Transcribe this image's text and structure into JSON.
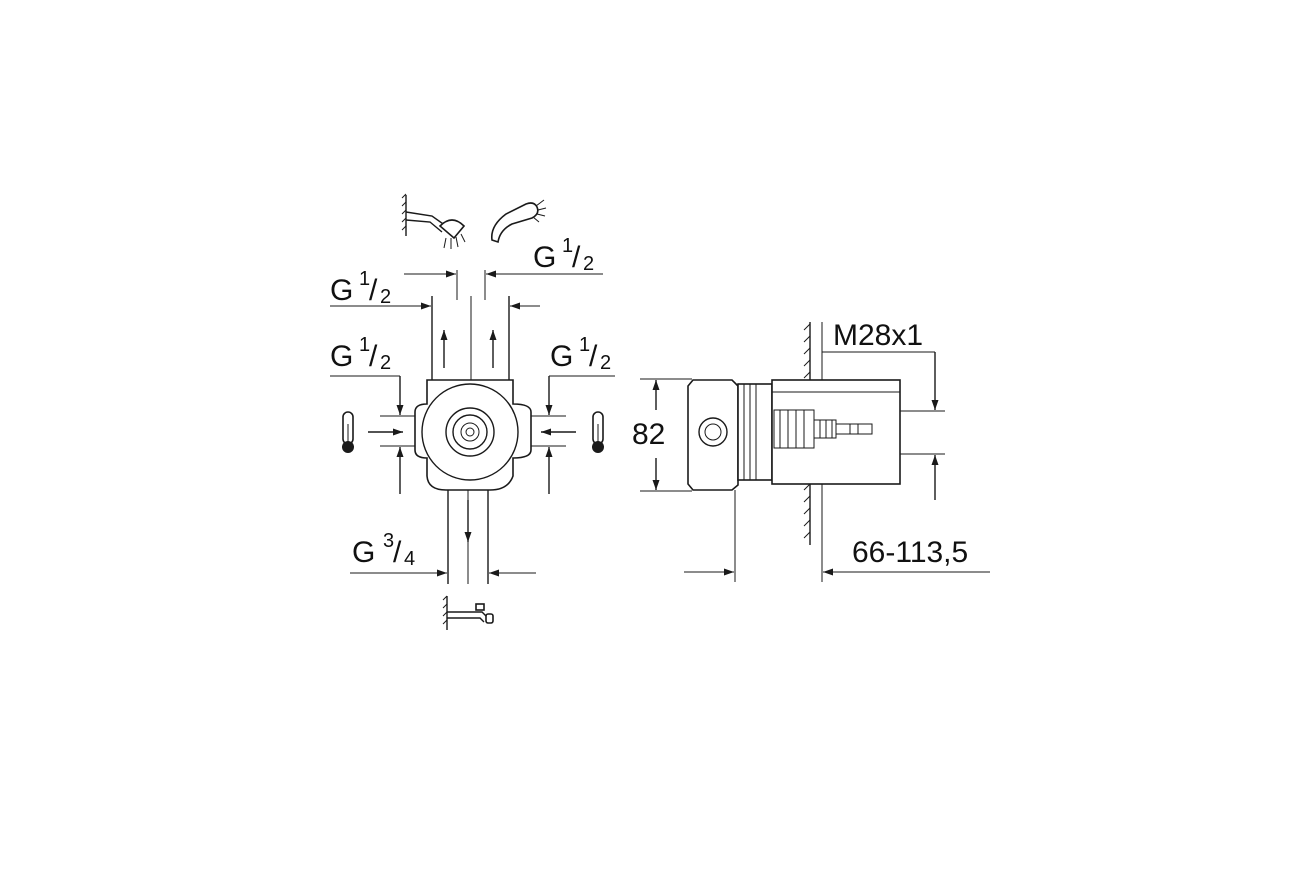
{
  "front_view": {
    "outlet_left_thread": {
      "g": "G",
      "num": "1",
      "slash": "/",
      "den": "2"
    },
    "outlet_right_thread": {
      "g": "G",
      "num": "1",
      "slash": "/",
      "den": "2"
    },
    "inlet_left_thread": {
      "g": "G",
      "num": "1",
      "slash": "/",
      "den": "2"
    },
    "inlet_right_thread": {
      "g": "G",
      "num": "1",
      "slash": "/",
      "den": "2"
    },
    "bottom_outlet_thread": {
      "g": "G",
      "num": "3",
      "slash": "/",
      "den": "4"
    }
  },
  "side_view": {
    "height": "82",
    "thread": "M28x1",
    "wall_depth": "66-113,5"
  },
  "icons": [
    "head-shower-icon",
    "hand-shower-icon",
    "thermometer-icon",
    "bath-spout-icon"
  ]
}
